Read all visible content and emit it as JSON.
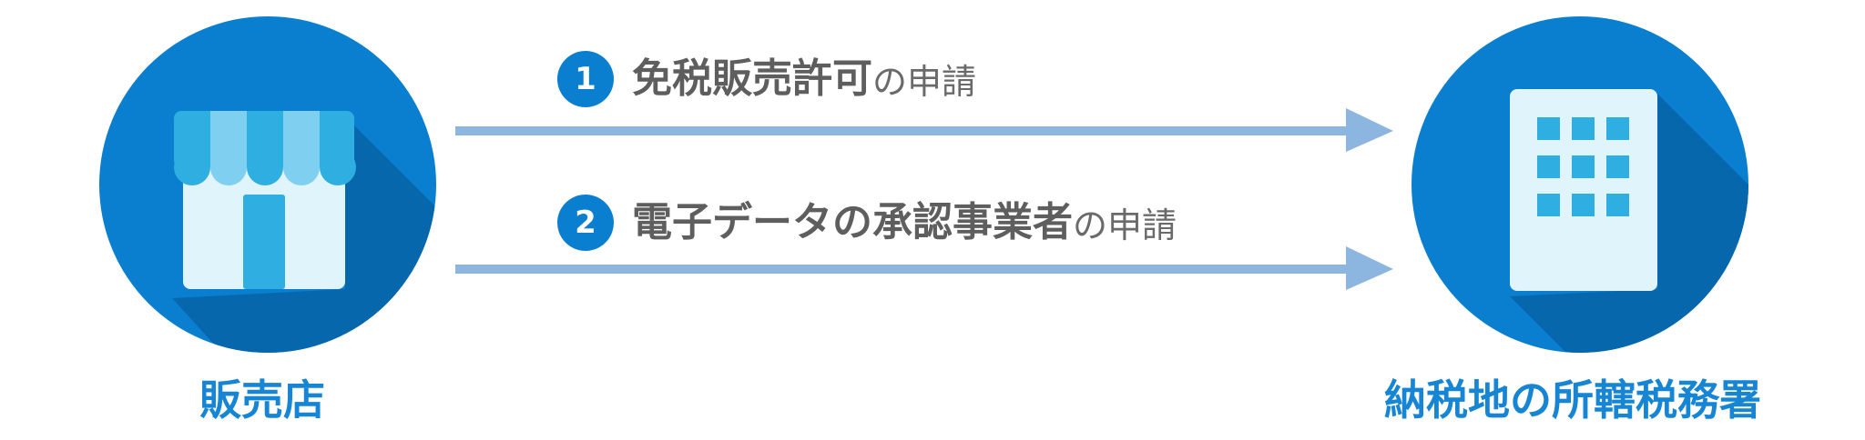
{
  "nodes": {
    "shop": {
      "label": "販売店",
      "icon": "storefront-icon"
    },
    "office": {
      "label": "納税地の所轄税務署",
      "icon": "office-building-icon"
    }
  },
  "steps": [
    {
      "number": "1",
      "main": "免税販売許可",
      "suffix": "の申請"
    },
    {
      "number": "2",
      "main": "電子データの承認事業者",
      "suffix": "の申請"
    }
  ],
  "colors": {
    "circle": "#0a7fcf",
    "shadow": "#0767ad",
    "arrow": "#8cb6df",
    "label": "#1685d4",
    "step_text": "#5e5e5e"
  }
}
